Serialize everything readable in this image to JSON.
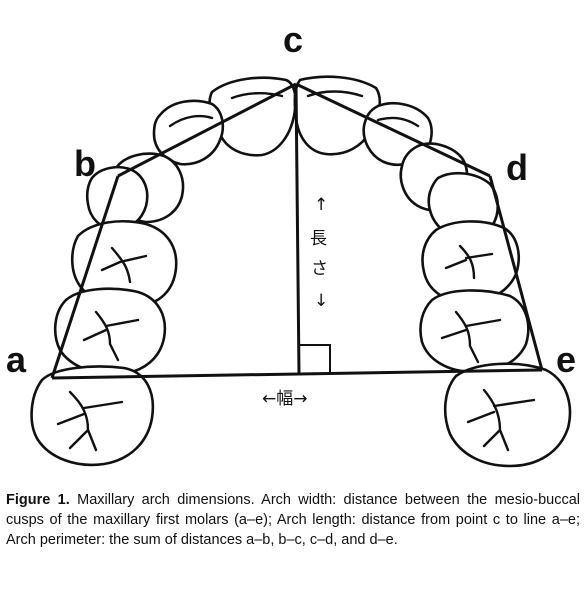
{
  "labels": {
    "point_a": "a",
    "point_b": "b",
    "point_c": "c",
    "point_d": "d",
    "point_e": "e"
  },
  "annotations": {
    "length_up_arrow": "↑",
    "length_char_1": "長",
    "length_char_2": "さ",
    "length_down_arrow": "↓",
    "width_label": "←幅→"
  },
  "caption": {
    "figure_number": "Figure 1.",
    "text": " Maxillary arch dimensions. Arch width: distance between the mesio-buccal cusps of the maxillary first molars (a–e); Arch length: distance from point c to line a–e; Arch perimeter: the sum of distances a–b, b–c, c–d, and d–e."
  },
  "colors": {
    "ink": "#111111",
    "background": "#ffffff"
  }
}
